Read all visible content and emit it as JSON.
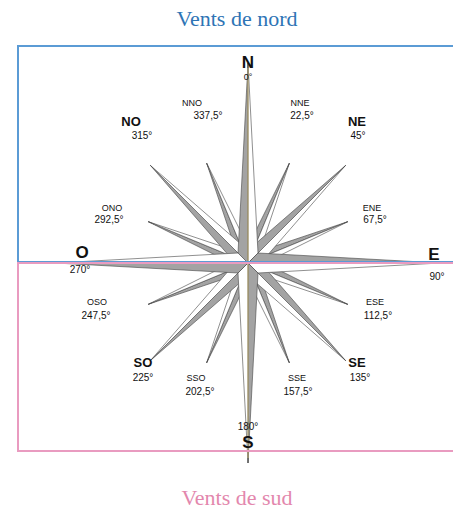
{
  "diagram": {
    "nodes": [
      {
        "text": [
          "Vents de nord"
        ]
      },
      {
        "text": [
          "Vents de sud"
        ]
      }
    ],
    "labels": [
      "N",
      "0°",
      "NNO",
      "337,5°",
      "NNE",
      "22,5°",
      "NO",
      "315°",
      "NE",
      "45°",
      "ONO",
      "292,5°",
      "ENE",
      "67,5°",
      "O",
      "270°",
      "E",
      "90°",
      "OSO",
      "247,5°",
      "ESE",
      "112,5°",
      "SO",
      "225°",
      "SE",
      "135°",
      "SSO",
      "202,5°",
      "SSE",
      "157,5°",
      "180°",
      "S"
    ]
  }
}
